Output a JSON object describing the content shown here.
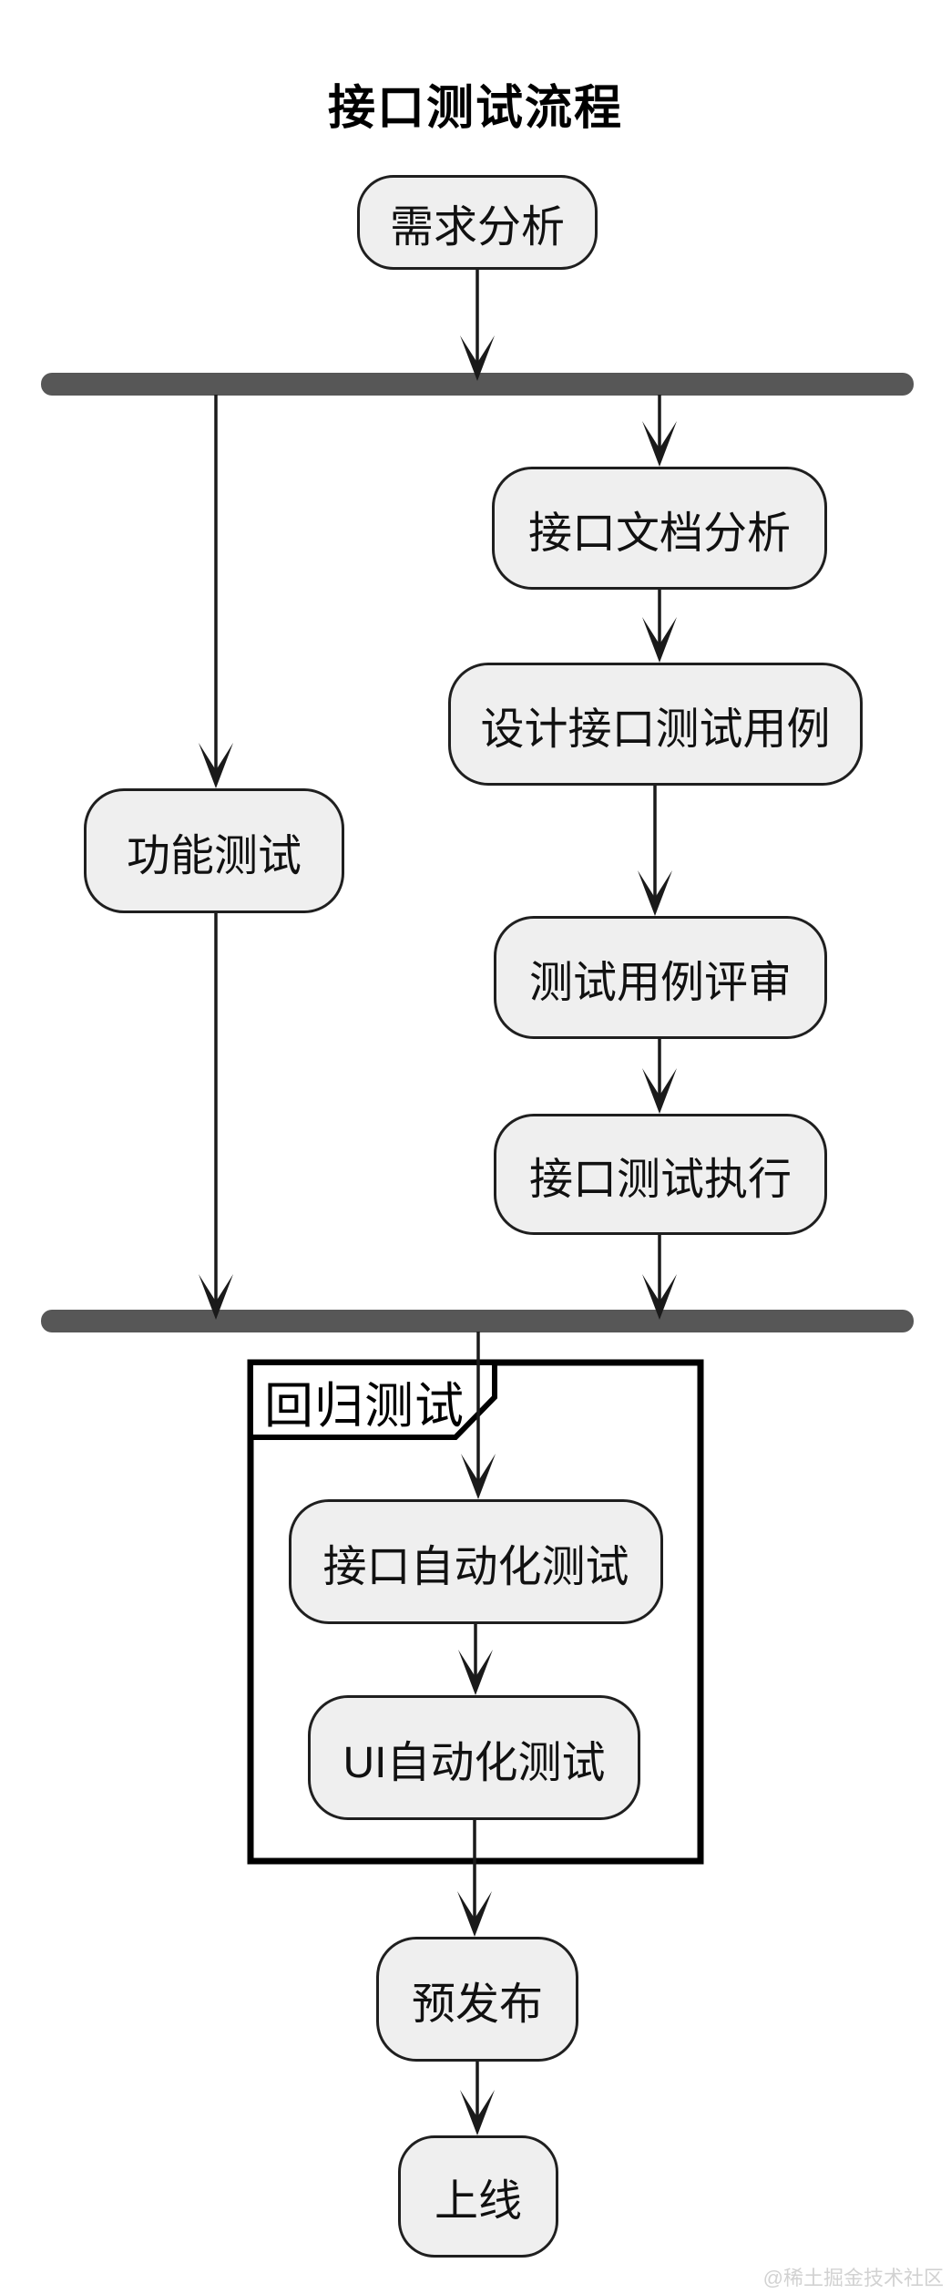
{
  "title": "接口测试流程",
  "nodes": [
    {
      "id": "requirement-analysis",
      "label": "需求分析"
    },
    {
      "id": "functional-testing",
      "label": "功能测试"
    },
    {
      "id": "api-doc-analysis",
      "label": "接口文档分析"
    },
    {
      "id": "design-api-test-cases",
      "label": "设计接口测试用例"
    },
    {
      "id": "test-case-review",
      "label": "测试用例评审"
    },
    {
      "id": "api-test-execution",
      "label": "接口测试执行"
    },
    {
      "id": "api-automation-testing",
      "label": "接口自动化测试"
    },
    {
      "id": "ui-automation-testing",
      "label": "UI自动化测试"
    },
    {
      "id": "pre-release",
      "label": "预发布"
    },
    {
      "id": "go-live",
      "label": "上线"
    }
  ],
  "group": {
    "label": "回归测试"
  },
  "watermark": "@稀土掘金技术社区",
  "colors": {
    "background": "#ffffff",
    "sync_bar": "#575757",
    "node_fill": "#efefef",
    "node_border": "#1f1f1f",
    "arrow": "#1a1a1a",
    "frame_border": "#000000",
    "watermark": "#d2d2d2"
  }
}
